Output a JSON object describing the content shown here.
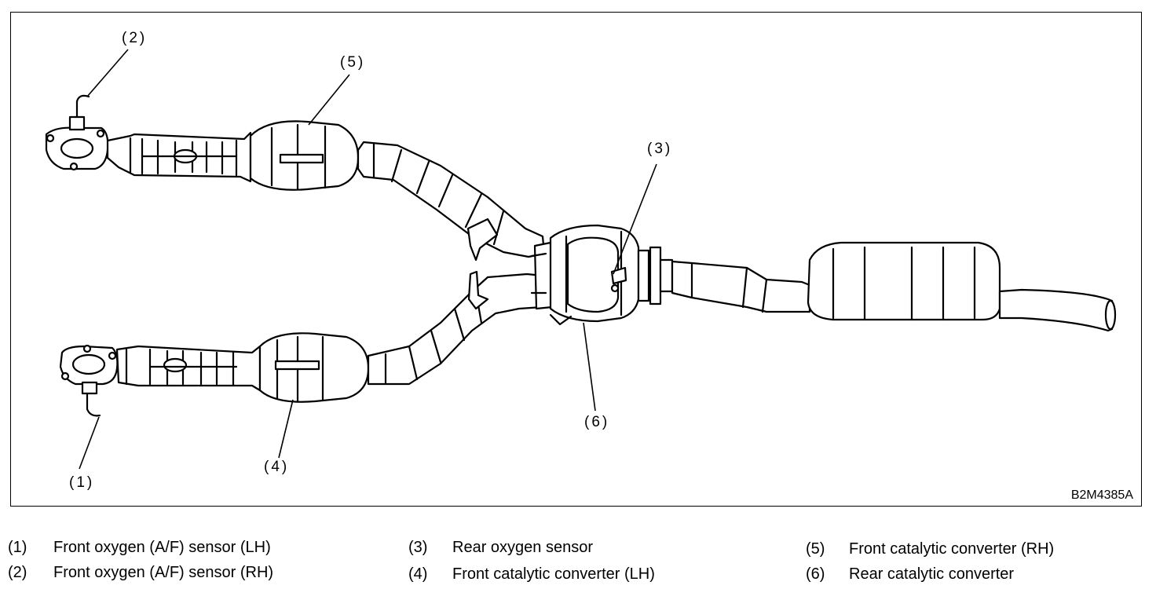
{
  "callouts": {
    "c1": "(1)",
    "c2": "(2)",
    "c3": "(3)",
    "c4": "(4)",
    "c5": "(5)",
    "c6": "(6)"
  },
  "drawing_code": "B2M4385A",
  "legend": [
    {
      "num": "(1)",
      "text": "Front oxygen (A/F) sensor (LH)"
    },
    {
      "num": "(2)",
      "text": "Front oxygen (A/F) sensor (RH)"
    },
    {
      "num": "(3)",
      "text": "Rear oxygen sensor"
    },
    {
      "num": "(4)",
      "text": "Front catalytic converter (LH)"
    },
    {
      "num": "(5)",
      "text": "Front catalytic converter (RH)"
    },
    {
      "num": "(6)",
      "text": "Rear catalytic converter"
    }
  ]
}
